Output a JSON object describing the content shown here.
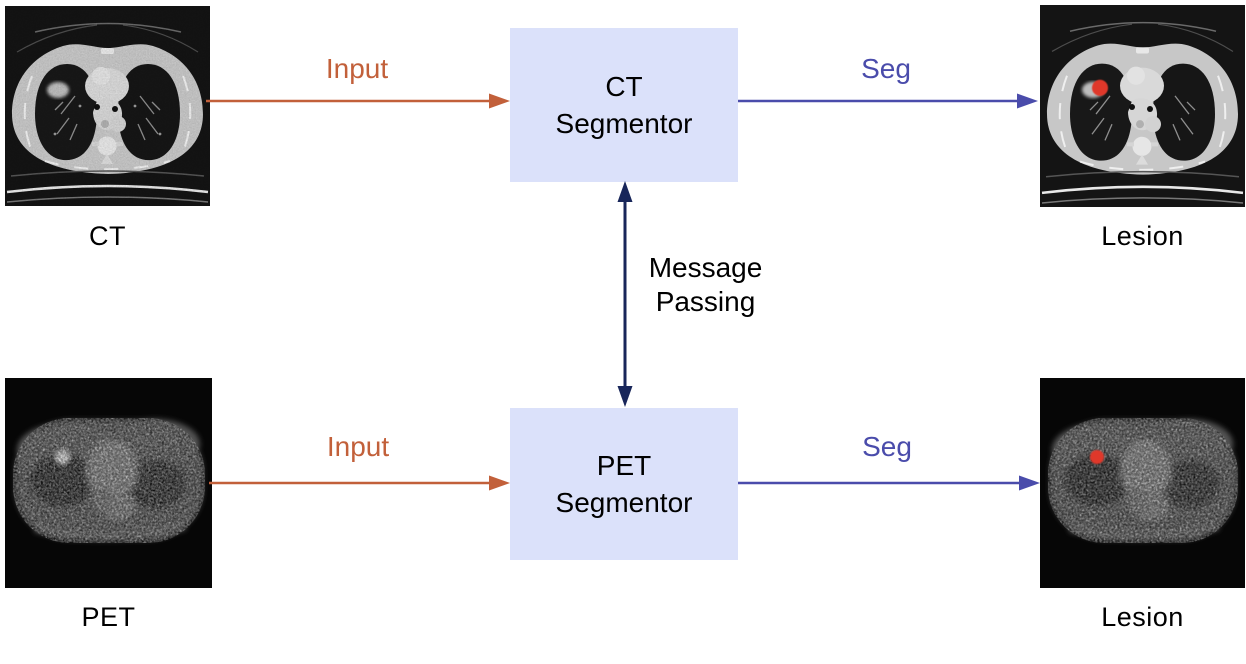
{
  "colors": {
    "input": "#c2603a",
    "seg": "#4a4cab",
    "message": "#18265a",
    "box_fill": "#dbe1fa",
    "lesion": "#e0392c",
    "text": "#000000"
  },
  "top": {
    "modality": "CT",
    "input_label": "Input",
    "box_line1": "CT",
    "box_line2": "Segmentor",
    "seg_label": "Seg",
    "output_label": "Lesion"
  },
  "bottom": {
    "modality": "PET",
    "input_label": "Input",
    "box_line1": "PET",
    "box_line2": "Segmentor",
    "seg_label": "Seg",
    "output_label": "Lesion"
  },
  "message": {
    "line1": "Message",
    "line2": "Passing"
  }
}
